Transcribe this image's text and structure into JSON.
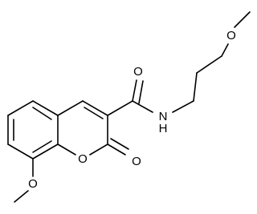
{
  "molecule": {
    "atoms": {
      "o_carbonyl_amide": "O",
      "n_amide": "N",
      "h_amide": "H",
      "o_ether_chain": "O",
      "o_ring": "O",
      "o_lactone_carbonyl": "O",
      "o_methoxy": "O"
    }
  },
  "colors": {
    "ink": "#000000",
    "background": "#ffffff"
  }
}
